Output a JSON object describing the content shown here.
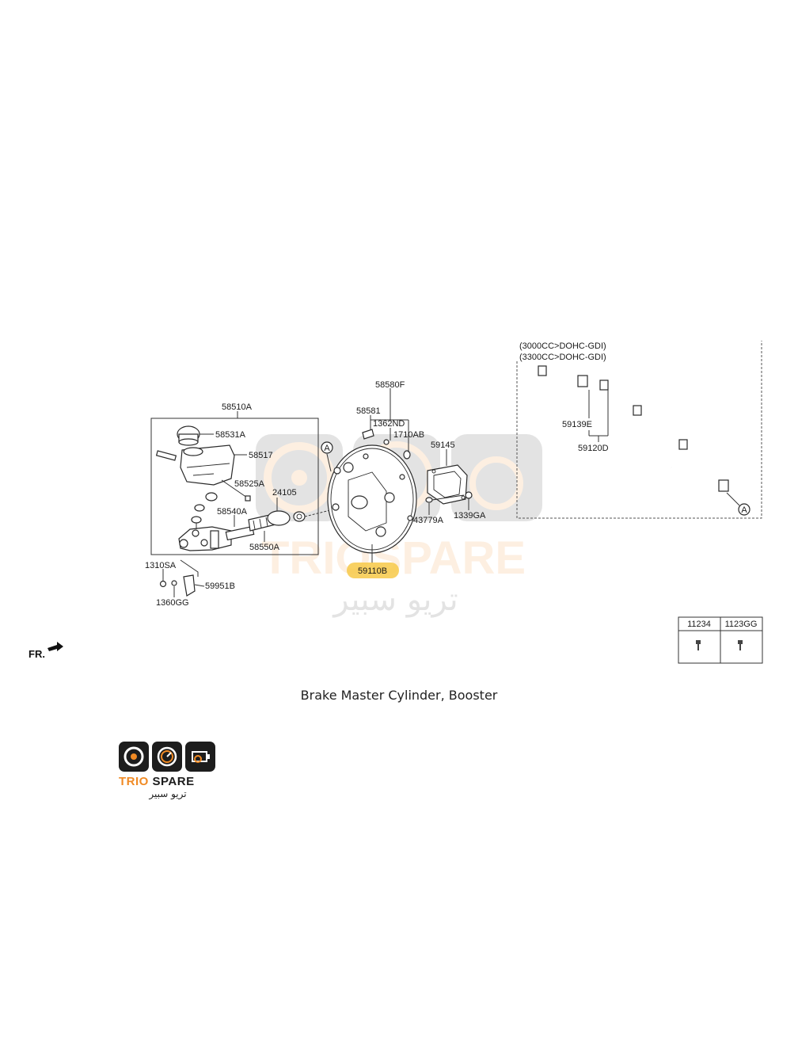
{
  "caption": "Brake Master Cylinder, Booster",
  "front_marker": "FR.",
  "variant_note": [
    "(3000CC>DOHC-GDI)",
    "(3300CC>DOHC-GDI)"
  ],
  "callouts": {
    "c58510A": "58510A",
    "c58531A": "58531A",
    "c58517": "58517",
    "c58525A": "58525A",
    "c24105": "24105",
    "c58540A": "58540A",
    "c58550A": "58550A",
    "c1310SA": "1310SA",
    "c59951B": "59951B",
    "c1360GG": "1360GG",
    "c58580F": "58580F",
    "c58581": "58581",
    "c1362ND": "1362ND",
    "c1710AB": "1710AB",
    "c59145": "59145",
    "c43779A": "43779A",
    "c1339GA": "1339GA",
    "c59110B": "59110B",
    "c59139E": "59139E",
    "c59120D": "59120D",
    "refA1": "A",
    "refA2": "A"
  },
  "highlight_color": "#f7c948",
  "fastener_table": {
    "headers": [
      "11234",
      "1123GG"
    ]
  },
  "watermark": {
    "brand": "TRIOSPARE",
    "arabic": "تريو سبير"
  },
  "logo": {
    "brand_part1": "TRIO",
    "brand_part2": " SPARE",
    "arabic": "تريو سبير",
    "accent": "#f08a24"
  }
}
